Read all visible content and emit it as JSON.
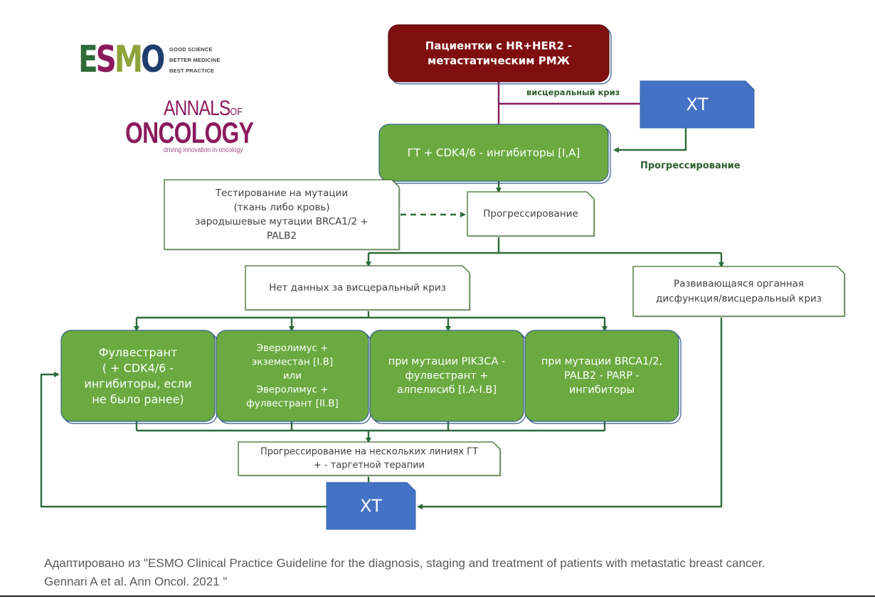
{
  "logos": {
    "esmo": {
      "letters": [
        {
          "char": "E",
          "color": "#2e6b3a"
        },
        {
          "char": "S",
          "color": "#8b1a5c"
        },
        {
          "char": "M",
          "color": "#8ea33a"
        },
        {
          "char": "O",
          "color": "#1f3d6e"
        }
      ],
      "taglines": [
        "GOOD SCIENCE",
        "BETTER MEDICINE",
        "BEST PRACTICE"
      ]
    },
    "annals": {
      "line1": "ANNALS",
      "line1_suffix": "OF",
      "line2": "ONCOLOGY",
      "subtitle": "driving innovation in oncology"
    }
  },
  "colors": {
    "start": "#7f0f0f",
    "treatment": "#6aaa40",
    "treatment_border": "#3f6b2a",
    "chemo": "#4472c4",
    "connector": "#2e6b3a",
    "connector_crisis": "#8b1a5c",
    "note_border": "#3f6b2a",
    "label_text": "#2e5e2e",
    "note_text": "#404040"
  },
  "nodes": {
    "start": {
      "lines": [
        "Пациентки с HR+HER2 -",
        "метастатическим РМЖ"
      ]
    },
    "chemo_top": {
      "lines": [
        "ХТ"
      ]
    },
    "first_line": {
      "lines": [
        "ГТ + CDK4/6 - ингибиторы [I,A]"
      ]
    },
    "testing": {
      "lines": [
        "Тестирование на мутации",
        "(ткань либо кровь)",
        "зародышевые мутации BRCA1/2 +",
        "PALB2"
      ]
    },
    "progression": {
      "lines": [
        "Прогрессирование"
      ]
    },
    "no_crisis": {
      "lines": [
        "Нет данных за висцеральный криз"
      ]
    },
    "organ_dysfunction": {
      "lines": [
        "Развивающаяся органная",
        "дисфункция/висцеральный криз"
      ]
    },
    "options": [
      {
        "lines": [
          "Фулвестрант",
          "( + CDK4/6 -",
          "ингибиторы, если",
          "не было ранее)"
        ]
      },
      {
        "lines": [
          "Эверолимус +",
          "экземестан [I.B]",
          "или",
          "Эверолимус +",
          "фулвестрант  [II.B]"
        ]
      },
      {
        "lines": [
          "при мутации PIK3CA -",
          "фулвестрант +",
          "алпелисиб [I.A-I.B]"
        ]
      },
      {
        "lines": [
          "при мутации BRCA1/2,",
          "PALB2 - PARP -",
          "ингибиторы"
        ]
      }
    ],
    "multi_progression": {
      "lines": [
        "Прогрессирование на нескольких линиях ГТ",
        "+ - таргетной терапии"
      ]
    },
    "chemo_bottom": {
      "lines": [
        "ХТ"
      ]
    }
  },
  "edge_labels": {
    "visceral_crisis": "висцеральный криз",
    "progression_side": "Прогрессирование"
  },
  "caption": {
    "line1": "Адаптировано из \"ESMO Clinical Practice Guideline for the diagnosis, staging and treatment of patients with metastatic breast cancer.",
    "line2": "Gennari A et al. Ann Oncol. 2021 \""
  }
}
